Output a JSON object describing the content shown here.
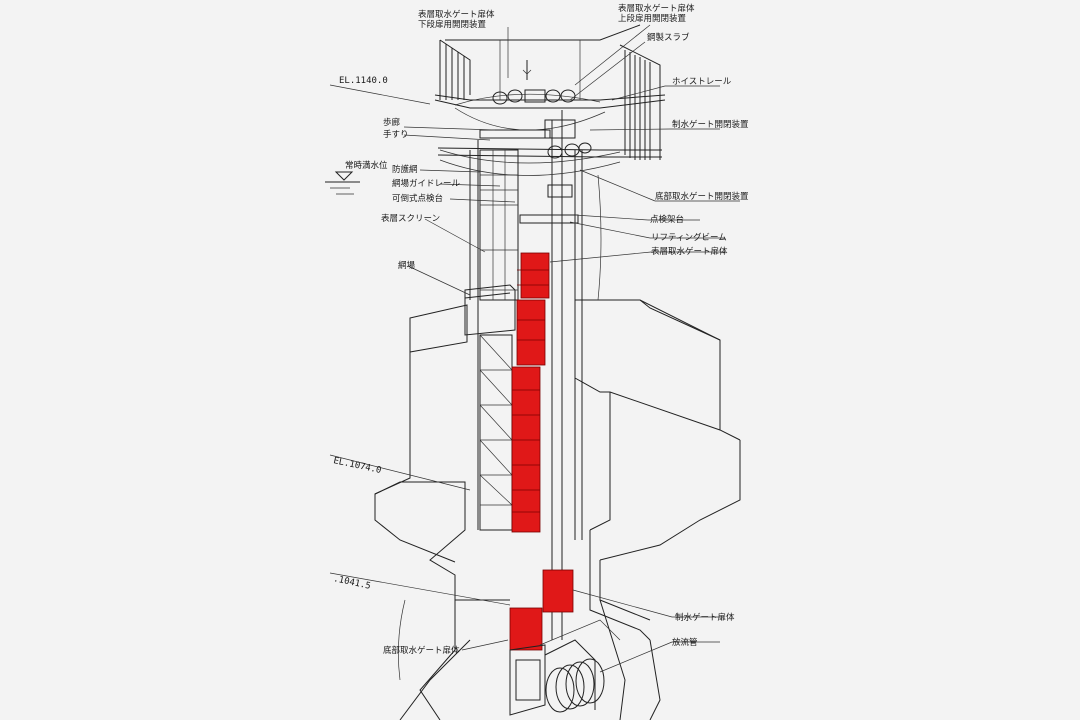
{
  "labels": {
    "upper_gate_lower_hoist": [
      "表層取水ゲート扉体",
      "下段扉用開閉装置"
    ],
    "upper_gate_upper_hoist": [
      "表層取水ゲート扉体",
      "上段扉用開閉装置"
    ],
    "steel_slab": "鋼製スラブ",
    "hoist_rail": "ホイストレール",
    "control_gate_hoist": "制水ゲート開閉装置",
    "walkway": "歩廊",
    "handrail": "手すり",
    "normal_water_level": "常時満水位",
    "guard_net": "防護網",
    "screen_guide_rail": "網場ガイドレール",
    "tilting_inspection_deck": "可倒式点検台",
    "bottom_gate_hoist": "底部取水ゲート開閉装置",
    "inspection_frame": "点検架台",
    "lifting_beam": "リフティングビーム",
    "upper_gate_leaf": "表層取水ゲート扉体",
    "surface_screen": "表層スクリーン",
    "screen": "網場",
    "control_gate_leaf": "制水ゲート扉体",
    "discharge_pipe": "放流管",
    "bottom_gate_leaf": "底部取水ゲート扉体"
  },
  "elevations": {
    "top": "EL.1140.0",
    "middle": "EL.1074.0",
    "bottom": ".1041.5"
  },
  "colors": {
    "gate_highlight": "#e01818",
    "line": "#222222",
    "background": "#f3f3f3"
  }
}
